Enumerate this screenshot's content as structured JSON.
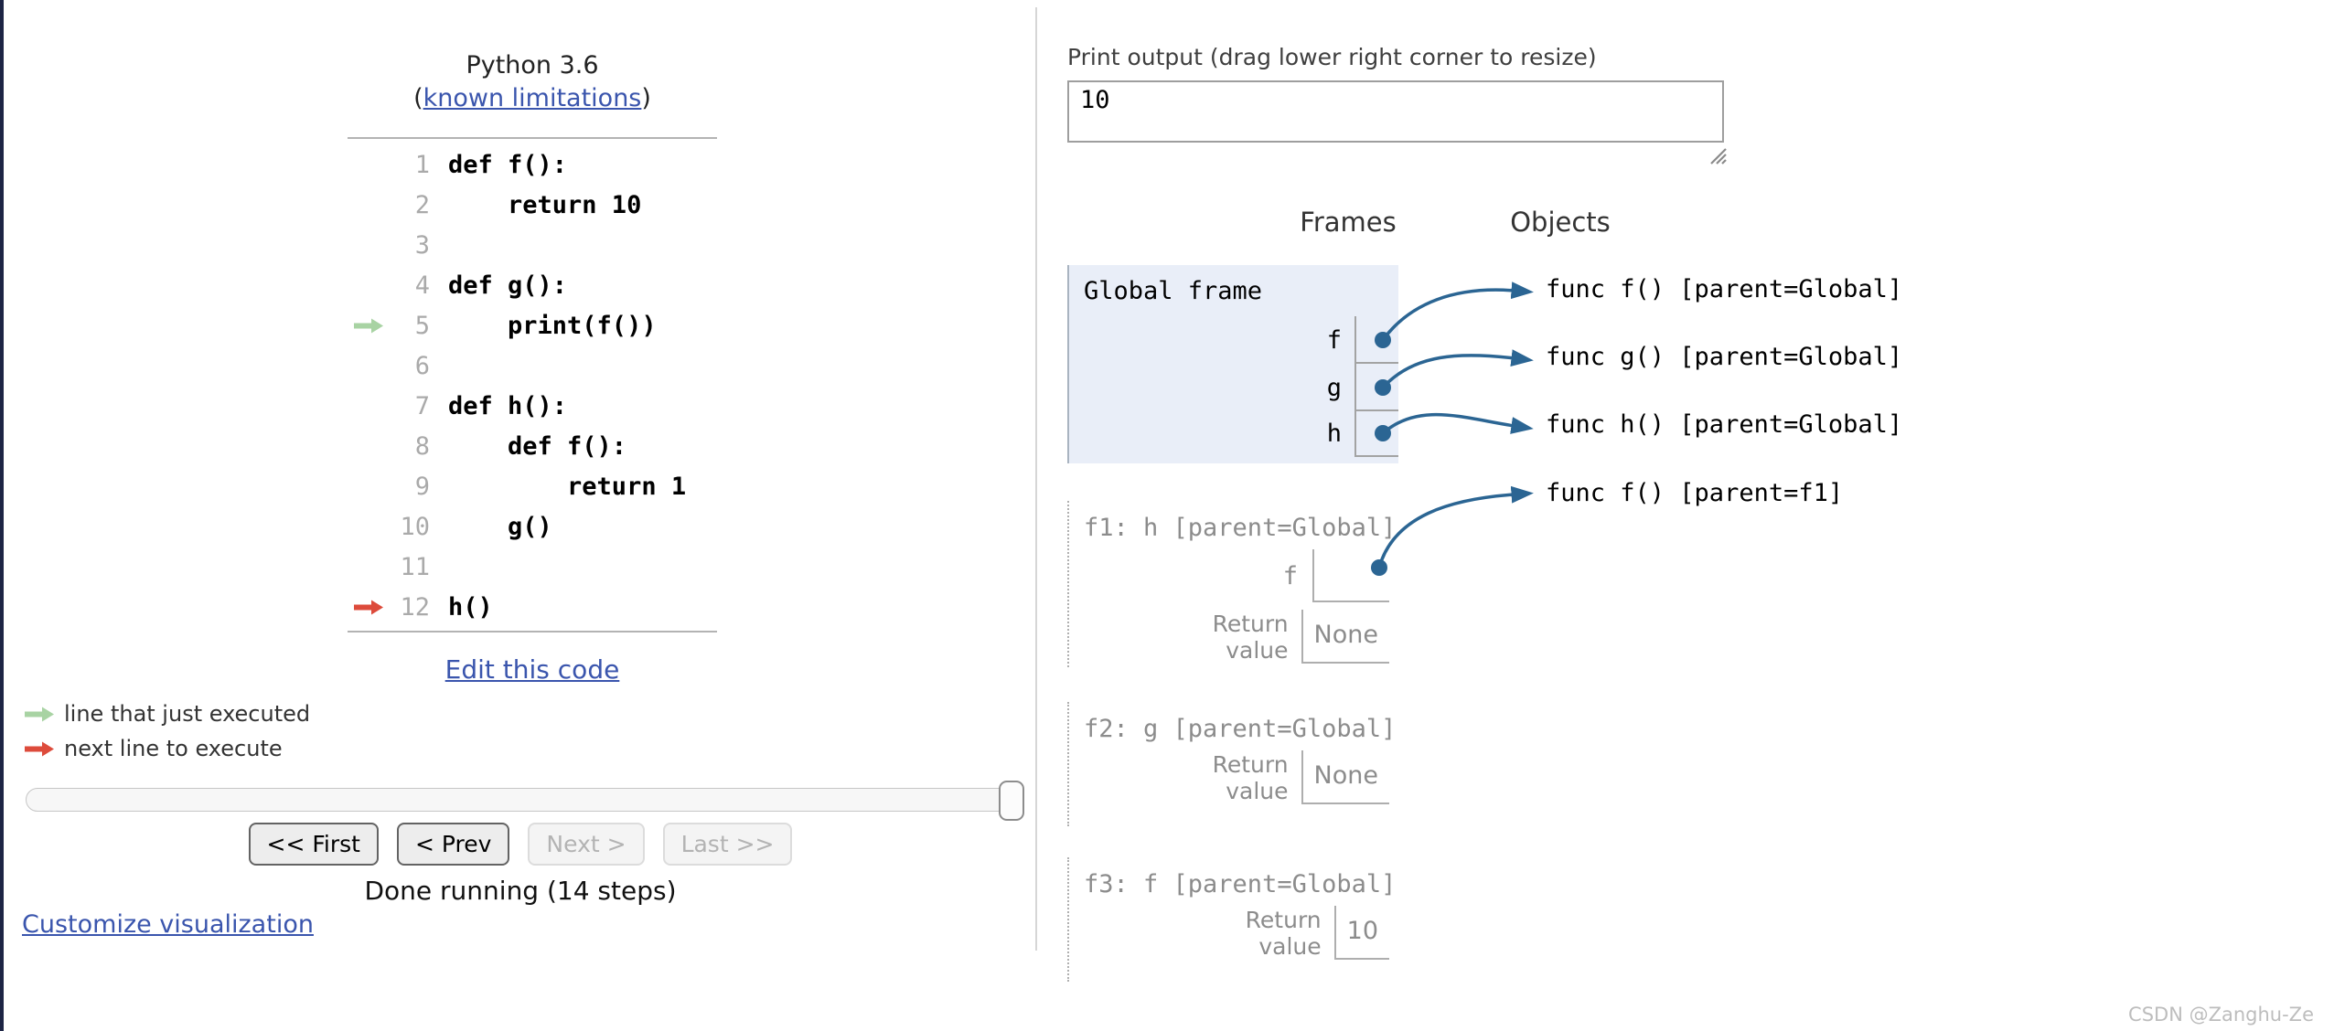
{
  "header": {
    "runtime": "Python 3.6",
    "paren_open": "(",
    "limitations_link": "known limitations",
    "paren_close": ")"
  },
  "code": {
    "lines": [
      {
        "num": "1",
        "text": "def f():"
      },
      {
        "num": "2",
        "text": "    return 10"
      },
      {
        "num": "3",
        "text": ""
      },
      {
        "num": "4",
        "text": "def g():"
      },
      {
        "num": "5",
        "text": "    print(f())"
      },
      {
        "num": "6",
        "text": ""
      },
      {
        "num": "7",
        "text": "def h():"
      },
      {
        "num": "8",
        "text": "    def f():"
      },
      {
        "num": "9",
        "text": "        return 1"
      },
      {
        "num": "10",
        "text": "    g()"
      },
      {
        "num": "11",
        "text": ""
      },
      {
        "num": "12",
        "text": "h()"
      }
    ],
    "edit_link": "Edit this code"
  },
  "legend": {
    "just_executed": "line that just executed",
    "next_line": "next line to execute"
  },
  "controls": {
    "first": "<< First",
    "prev": "< Prev",
    "next": "Next >",
    "last": "Last >>",
    "status": "Done running (14 steps)",
    "customize_link": "Customize visualization"
  },
  "output": {
    "label": "Print output (drag lower right corner to resize)",
    "value": "10"
  },
  "viz": {
    "frames_header": "Frames",
    "objects_header": "Objects",
    "global_frame": {
      "label": "Global frame",
      "vars": [
        "f",
        "g",
        "h"
      ]
    },
    "stack_frames": [
      {
        "label": "f1: h [parent=Global]",
        "var_name": "f",
        "return_label_1": "Return",
        "return_label_2": "value",
        "return_value": "None"
      },
      {
        "label": "f2: g [parent=Global]",
        "return_label_1": "Return",
        "return_label_2": "value",
        "return_value": "None"
      },
      {
        "label": "f3: f [parent=Global]",
        "return_label_1": "Return",
        "return_label_2": "value",
        "return_value": "10"
      }
    ],
    "objects": [
      "func f() [parent=Global]",
      "func g() [parent=Global]",
      "func h() [parent=Global]",
      "func f() [parent=f1]"
    ]
  },
  "colors": {
    "pointer_blue": "#2b6593",
    "link_blue": "#3a55ad",
    "just_executed_green": "#a8d3a3",
    "next_line_red": "#dd4b3b",
    "global_frame_bg": "#e9eef8",
    "left_page_border": "#1d2444"
  },
  "watermark": "CSDN @Zanghu-Ze"
}
